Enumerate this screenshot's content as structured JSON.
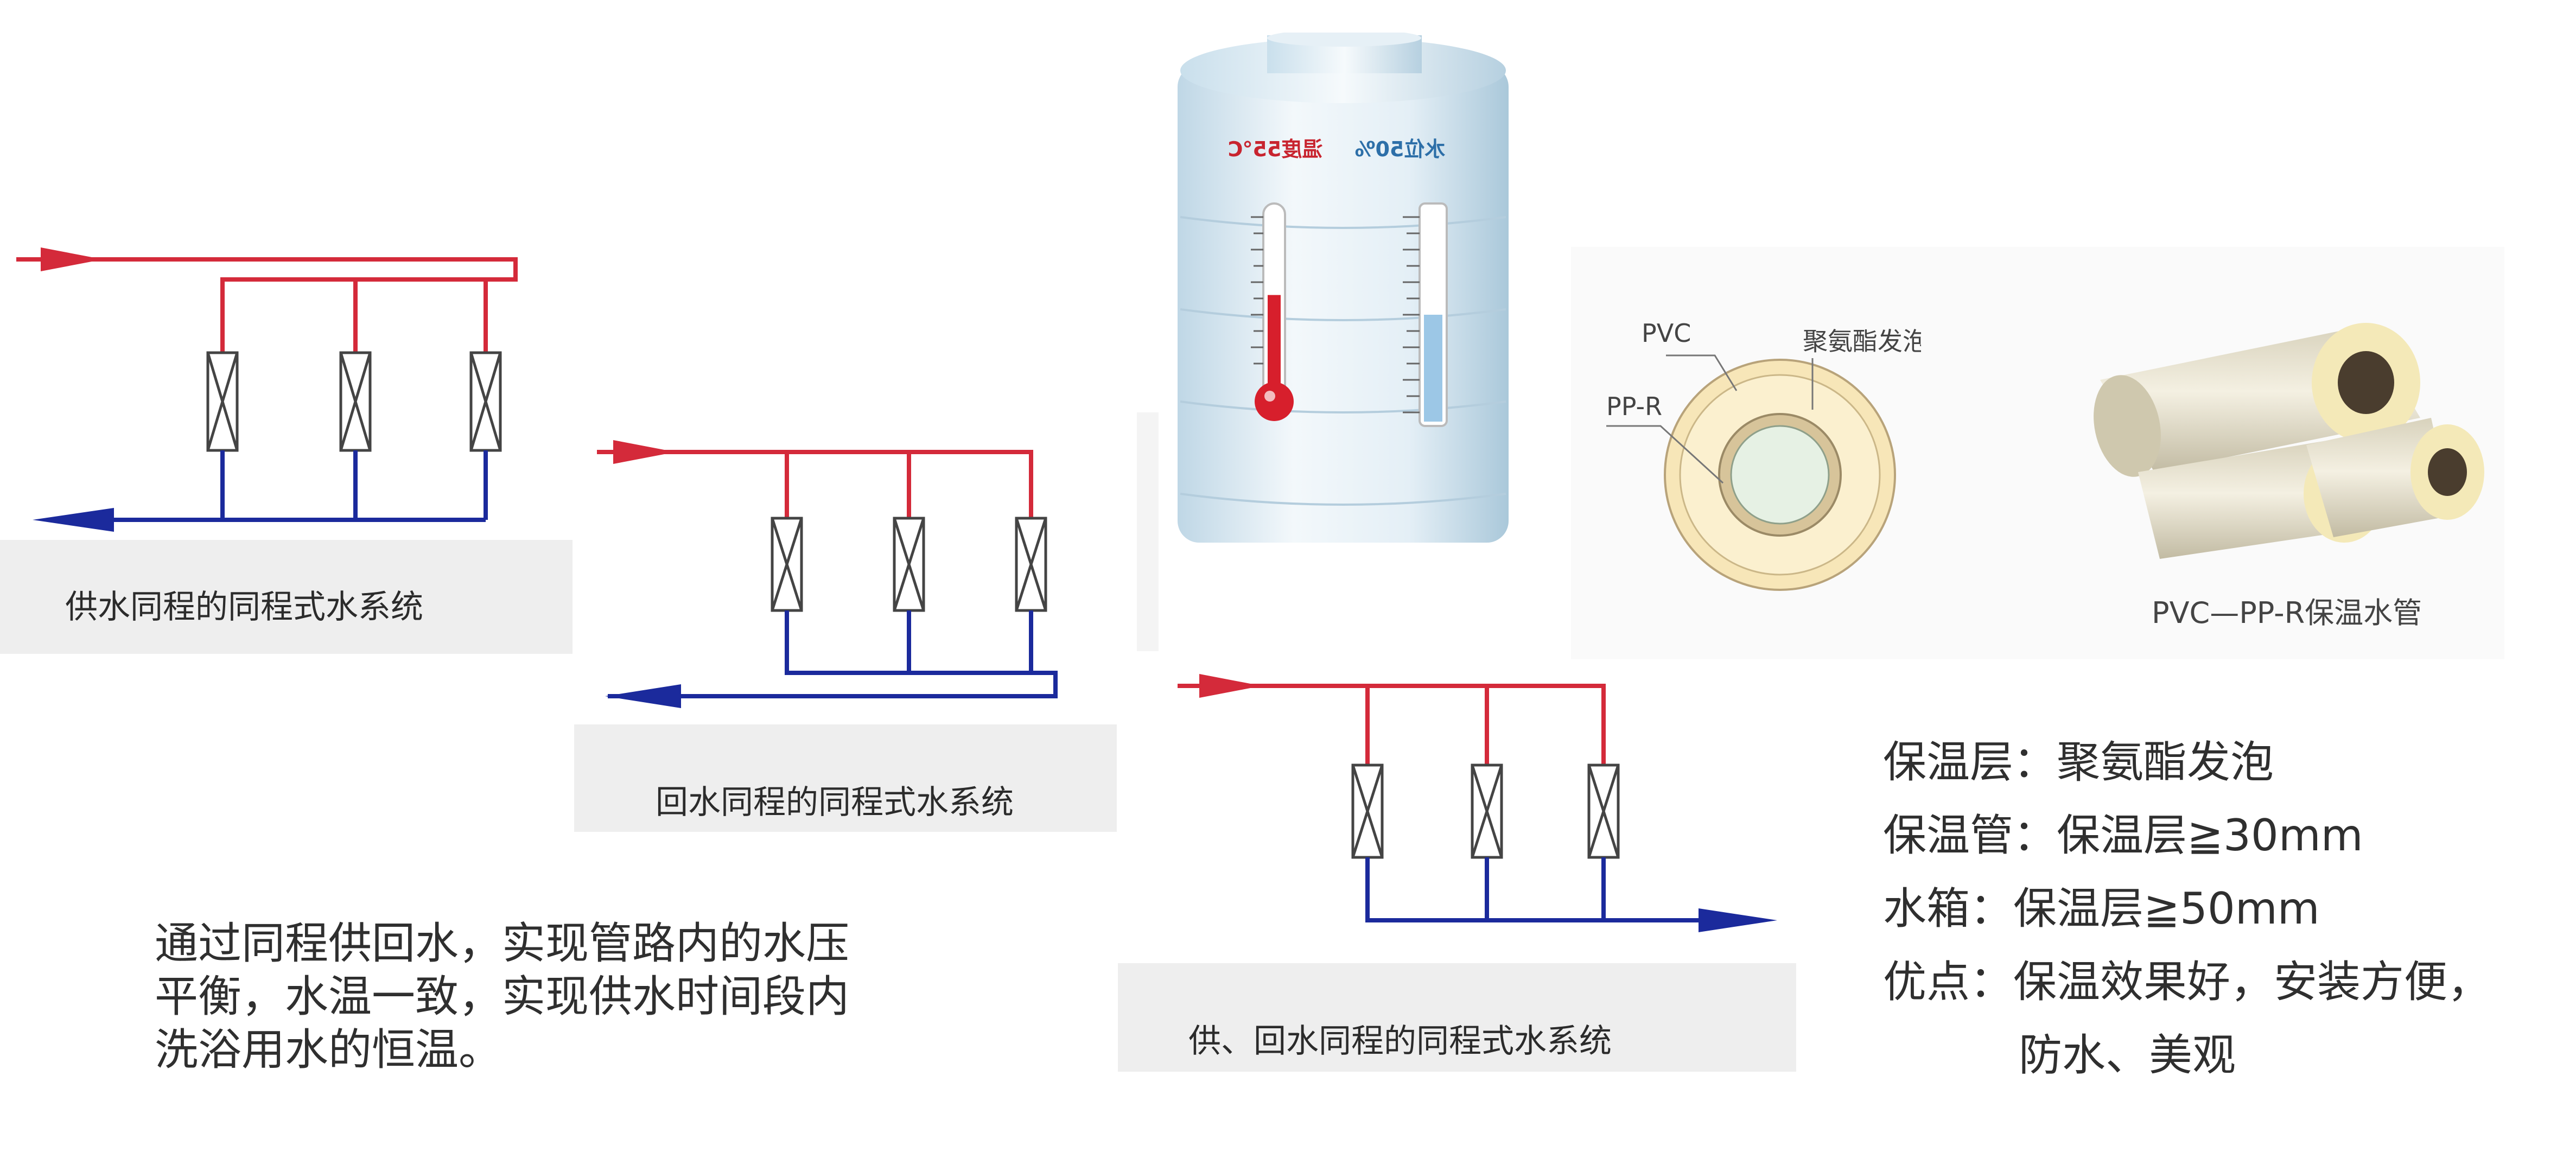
{
  "diagrams": {
    "supply_reverse": {
      "caption": "供水同程的同程式水系统"
    },
    "return_reverse": {
      "caption": "回水同程的同程式水系统"
    },
    "both_reverse": {
      "caption": "供、回水同程的同程式水系统"
    }
  },
  "description": {
    "lines": [
      "通过同程供回水，实现管路内的水压",
      "平衡，水温一致，实现供水时间段内",
      "洗浴用水的恒温。"
    ]
  },
  "water_tank": {
    "temp_label": "温度55℃",
    "level_label": "水位50%",
    "temperature_fill": 0.55,
    "level_fill": 0.5
  },
  "pipe_section": {
    "label_pvc": "PVC",
    "label_ppr": "PP-R",
    "label_foam": "聚氨酯发泡"
  },
  "pipe_photo": {
    "caption": "PVC—PP-R保温水管"
  },
  "specs": {
    "line1": "保温层：聚氨酯发泡",
    "line2": "保温管：保温层≧30mm",
    "line3": "水箱：保温层≧50mm",
    "line4": "优点：保温效果好，安装方便，",
    "line5": "防水、美观"
  },
  "colors": {
    "supply": "#d42a3a",
    "return": "#1b2a9c",
    "caption_bg": "#eeeeee"
  }
}
